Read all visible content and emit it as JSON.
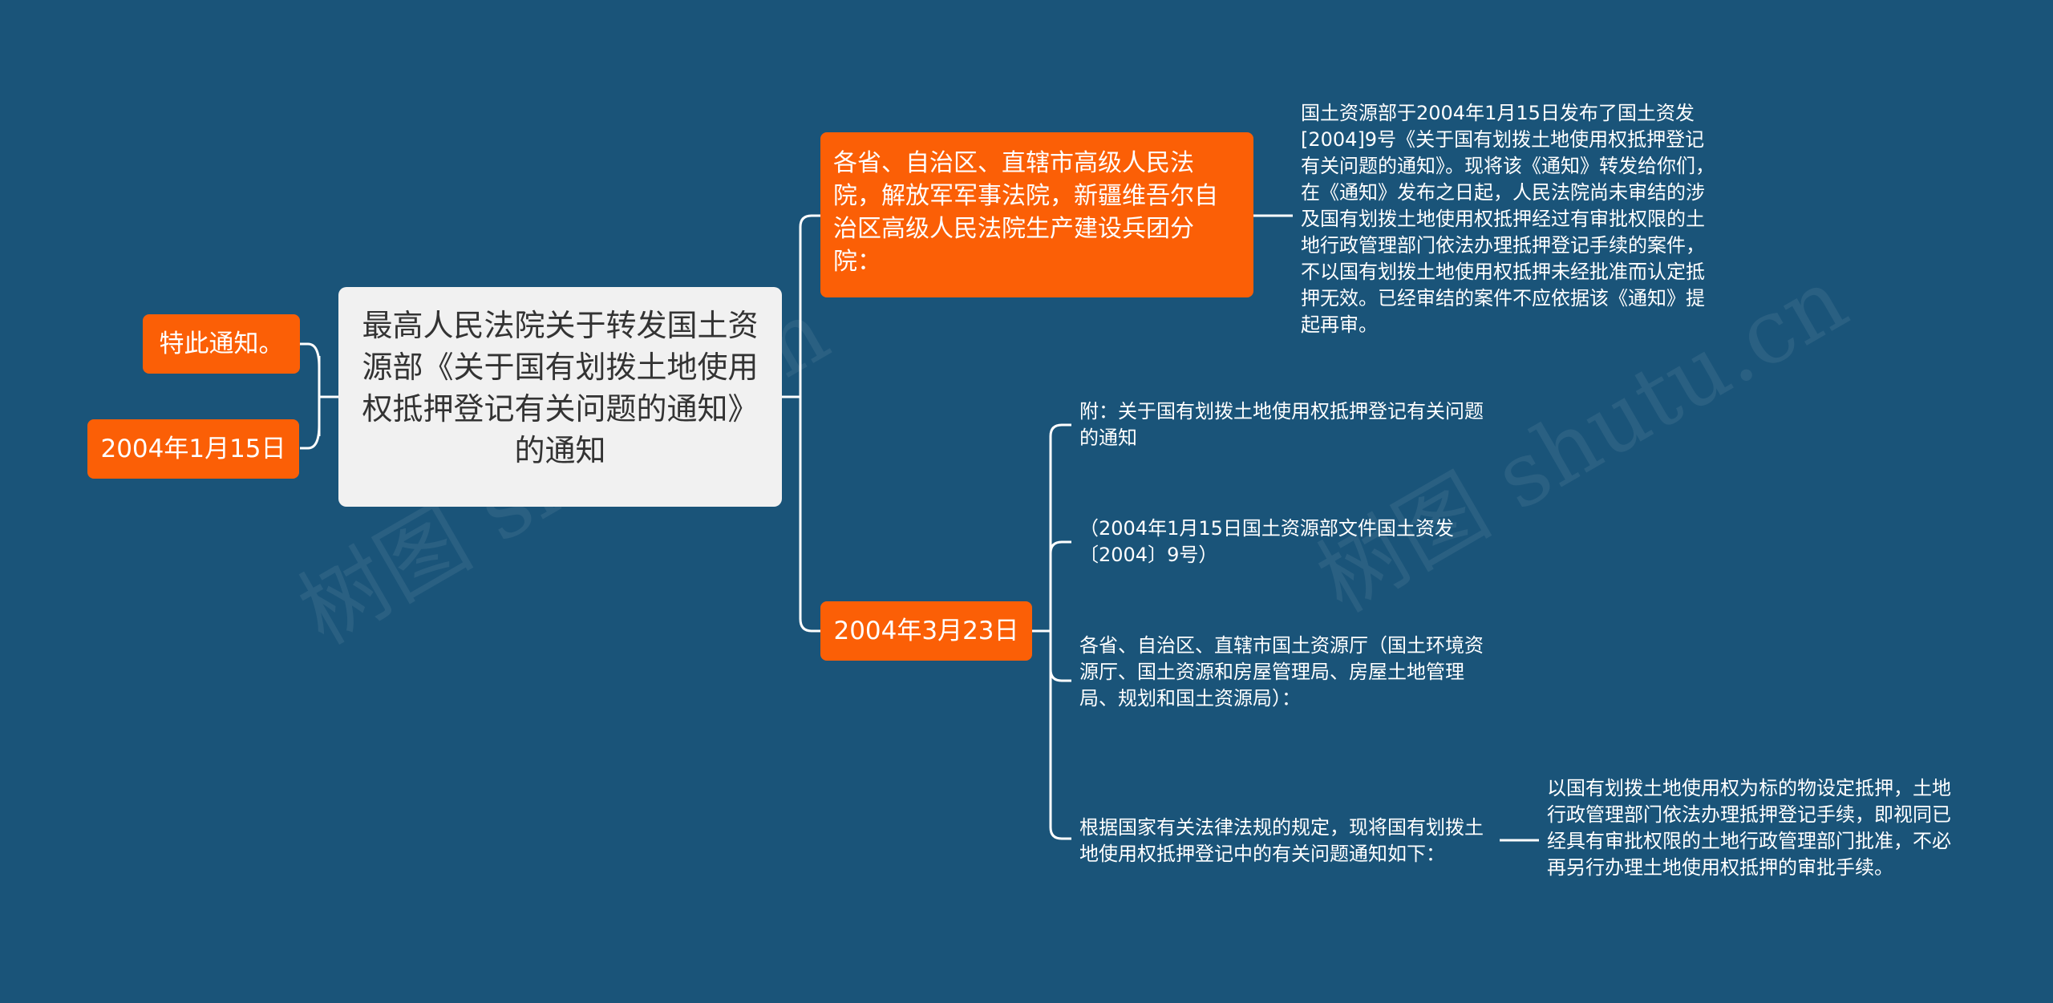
{
  "colors": {
    "background": "#1a5479",
    "root_fill": "#f1f1f1",
    "accent": "#fb5f06",
    "connector": "#ffffff"
  },
  "watermark": "树图 shutu.cn",
  "root": "最高人民法院关于转发国土资源部《关于国有划拨土地使用权抵押登记有关问题的通知》的通知",
  "left_nodes": {
    "closing": "特此通知。",
    "date": "2004年1月15日"
  },
  "right_nodes": {
    "recipients": "各省、自治区、直辖市高级人民法院，解放军军事法院，新疆维吾尔自治区高级人民法院生产建设兵团分院：",
    "recipients_text": "国土资源部于2004年1月15日发布了国土资发[2004]9号《关于国有划拨土地使用权抵押登记有关问题的通知》。现将该《通知》转发给你们，在《通知》发布之日起，人民法院尚未审结的涉及国有划拨土地使用权抵押经过有审批权限的土地行政管理部门依法办理抵押登记手续的案件，不以国有划拨土地使用权抵押未经批准而认定抵押无效。已经审结的案件不应依据该《通知》提起再审。",
    "date": "2004年3月23日",
    "date_children": {
      "attachment": "附：关于国有划拨土地使用权抵押登记有关问题的通知",
      "document": "（2004年1月15日国土资源部文件国土资发〔2004〕9号）",
      "addressee": "各省、自治区、直辖市国土资源厅（国土环境资源厅、国土资源和房屋管理局、房屋土地管理局、规划和国土资源局）：",
      "basis": "根据国家有关法律法规的规定，现将国有划拨土地使用权抵押登记中的有关问题通知如下：",
      "basis_child": "以国有划拨土地使用权为标的物设定抵押，土地行政管理部门依法办理抵押登记手续，即视同已经具有审批权限的土地行政管理部门批准，不必再另行办理土地使用权抵押的审批手续。"
    }
  }
}
